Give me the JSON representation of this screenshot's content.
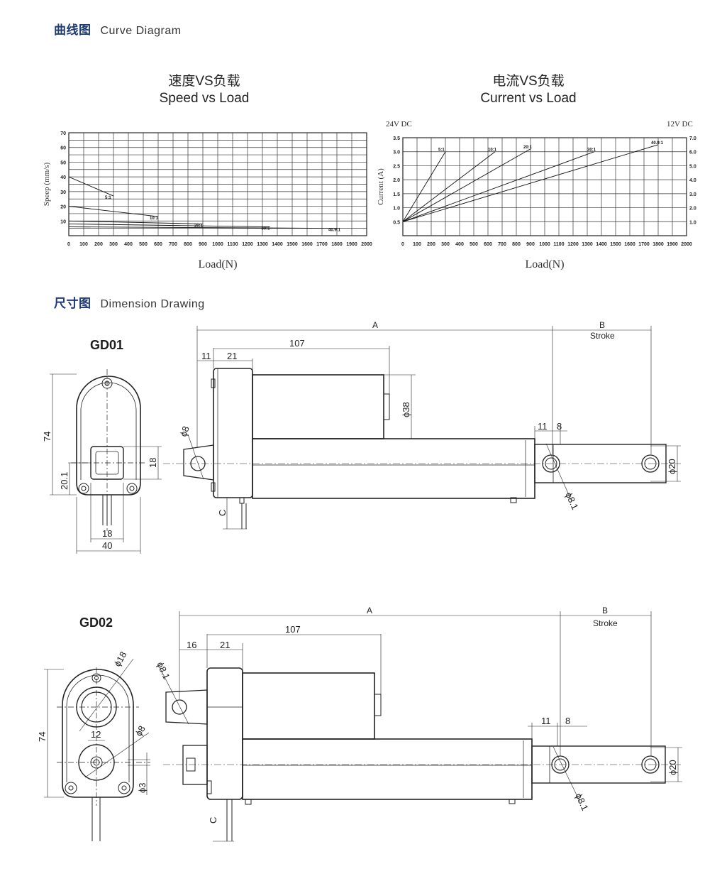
{
  "sections": {
    "curve": {
      "title_cn": "曲线图",
      "title_en": "Curve Diagram"
    },
    "dimension": {
      "title_cn": "尺寸图",
      "title_en": "Dimension Drawing"
    }
  },
  "chart_data": [
    {
      "type": "line",
      "title_cn": "速度VS负载",
      "title": "Speed vs Load",
      "xlabel": "Load(N)",
      "ylabel": "Speep (mm/s)",
      "xlim": [
        0,
        2000
      ],
      "ylim": [
        0,
        70
      ],
      "x_ticks": [
        "0",
        "100",
        "200",
        "300",
        "400",
        "500",
        "600",
        "700",
        "800",
        "900",
        "1000",
        "1100",
        "1200",
        "1300",
        "1400",
        "1500",
        "1600",
        "1700",
        "1800",
        "1900",
        "2000"
      ],
      "y_ticks": [
        "10",
        "20",
        "30",
        "40",
        "50",
        "60",
        "70"
      ],
      "grid": true,
      "series": [
        {
          "name": "5:1",
          "x": [
            0,
            300
          ],
          "y": [
            40,
            27
          ]
        },
        {
          "name": "10:1",
          "x": [
            0,
            600
          ],
          "y": [
            20,
            13
          ]
        },
        {
          "name": "20:1",
          "x": [
            0,
            900
          ],
          "y": [
            10,
            8
          ]
        },
        {
          "name": "30:1",
          "x": [
            0,
            1350
          ],
          "y": [
            8,
            6
          ]
        },
        {
          "name": "40.9:1",
          "x": [
            0,
            1800
          ],
          "y": [
            6,
            5
          ]
        }
      ]
    },
    {
      "type": "line",
      "title_cn": "电流VS负载",
      "title": "Current vs Load",
      "xlabel": "Load(N)",
      "ylabel": "Current (A)",
      "left_axis_title": "24V DC",
      "right_axis_title": "12V DC",
      "xlim": [
        0,
        2000
      ],
      "ylim": [
        0,
        3.5
      ],
      "x_ticks": [
        "0",
        "100",
        "200",
        "300",
        "400",
        "500",
        "600",
        "700",
        "800",
        "900",
        "1000",
        "1100",
        "1200",
        "1300",
        "1400",
        "1500",
        "1600",
        "1700",
        "1800",
        "1900",
        "2000"
      ],
      "y_ticks": [
        "0.5",
        "1.0",
        "1.5",
        "2.0",
        "2.5",
        "3.0",
        "3.5"
      ],
      "y2_ticks": [
        "1.0",
        "2.0",
        "3.0",
        "4.0",
        "5.0",
        "6.0",
        "7.0"
      ],
      "grid": true,
      "series": [
        {
          "name": "5:1",
          "x": [
            0,
            300
          ],
          "y": [
            0.5,
            3.0
          ]
        },
        {
          "name": "10:1",
          "x": [
            0,
            650
          ],
          "y": [
            0.5,
            3.0
          ]
        },
        {
          "name": "20:1",
          "x": [
            0,
            900
          ],
          "y": [
            0.5,
            3.1
          ]
        },
        {
          "name": "30:1",
          "x": [
            0,
            1350
          ],
          "y": [
            0.5,
            3.0
          ]
        },
        {
          "name": "40.9:1",
          "x": [
            0,
            1800
          ],
          "y": [
            0.5,
            3.25
          ]
        }
      ]
    }
  ],
  "drawings": [
    {
      "model": "GD01",
      "dims": {
        "A": "A",
        "B": "B",
        "stroke": "Stroke",
        "d107": "107",
        "d11": "11",
        "d21": "21",
        "d38": "ϕ38",
        "d8": "ϕ8",
        "d11b": "11",
        "d8b": "8",
        "d20": "ϕ20",
        "d81": "ϕ8.1",
        "c": "C",
        "d74": "74",
        "d18": "18",
        "d201": "20.1",
        "d18b": "18",
        "d40": "40"
      }
    },
    {
      "model": "GD02",
      "dims": {
        "A": "A",
        "B": "B",
        "stroke": "Stroke",
        "d107": "107",
        "d16": "16",
        "d21": "21",
        "d81a": "ϕ8.1",
        "d11b": "11",
        "d8b": "8",
        "d20": "ϕ20",
        "d81": "ϕ8.1",
        "c": "C",
        "d74": "74",
        "d18": "ϕ18",
        "d8": "ϕ8",
        "d12": "12",
        "d3": "ϕ3"
      }
    }
  ]
}
